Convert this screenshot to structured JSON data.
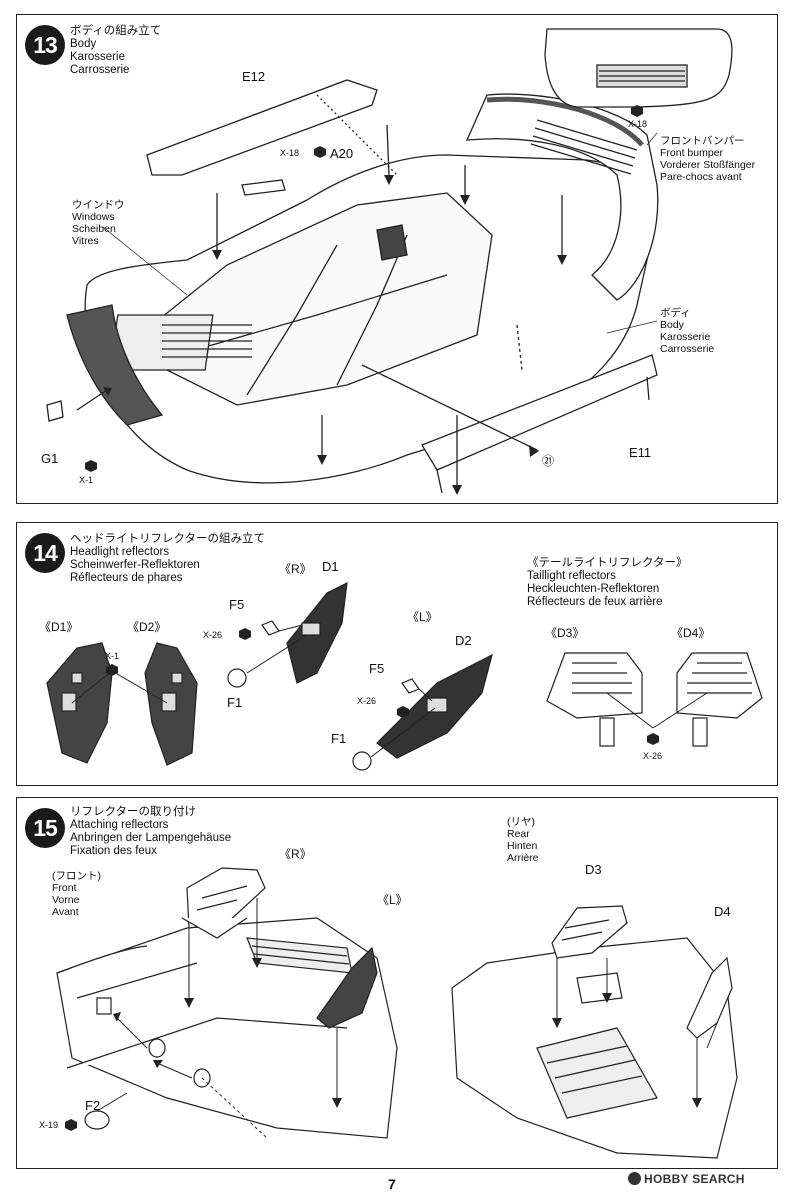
{
  "steps": {
    "s13": {
      "number": "13",
      "title_ja": "ボディの組み立て",
      "title_en": "Body",
      "title_de": "Karosserie",
      "title_fr": "Carrosserie",
      "parts": {
        "e12": "E12",
        "a20": "A20",
        "x18_a": "X-18",
        "x18_b": "X-18",
        "g1": "G1",
        "x1": "X-1",
        "e11": "E11",
        "ref21": "㉑"
      },
      "labels": {
        "windows": [
          "ウインドウ",
          "Windows",
          "Scheiben",
          "Vitres"
        ],
        "front_bumper": [
          "フロントバンパー",
          "Front bumper",
          "Vorderer Stoßfänger",
          "Pare-chocs avant"
        ],
        "body": [
          "ボディ",
          "Body",
          "Karosserie",
          "Carrosserie"
        ]
      }
    },
    "s14": {
      "number": "14",
      "title_ja": "ヘッドライトリフレクターの組み立て",
      "title_en": "Headlight reflectors",
      "title_de": "Scheinwerfer-Reflektoren",
      "title_fr": "Réflecteurs de phares",
      "tail_title_ja": "《テールライトリフレクター》",
      "tail_title_en": "Taillight reflectors",
      "tail_title_de": "Heckleuchten-Reflektoren",
      "tail_title_fr": "Réflecteurs de feux arrière",
      "parts": {
        "d1_tag": "《D1》",
        "d2_tag": "《D2》",
        "x1": "X-1",
        "r_tag": "《R》",
        "l_tag": "《L》",
        "d1": "D1",
        "d2": "D2",
        "f5_a": "F5",
        "f5_b": "F5",
        "x26_a": "X-26",
        "x26_b": "X-26",
        "x26_c": "X-26",
        "f1_a": "F1",
        "f1_b": "F1",
        "d3_tag": "《D3》",
        "d4_tag": "《D4》"
      }
    },
    "s15": {
      "number": "15",
      "title_ja": "リフレクターの取り付け",
      "title_en": "Attaching reflectors",
      "title_de": "Anbringen der Lampengehäuse",
      "title_fr": "Fixation des feux",
      "front": [
        "(フロント)",
        "Front",
        "Vorne",
        "Avant"
      ],
      "rear": [
        "(リヤ)",
        "Rear",
        "Hinten",
        "Arrière"
      ],
      "parts": {
        "r_tag": "《R》",
        "l_tag": "《L》",
        "x19": "X-19",
        "f2": "F2",
        "d3": "D3",
        "d4": "D4"
      }
    }
  },
  "page_number": "7",
  "watermark": "HOBBY SEARCH"
}
